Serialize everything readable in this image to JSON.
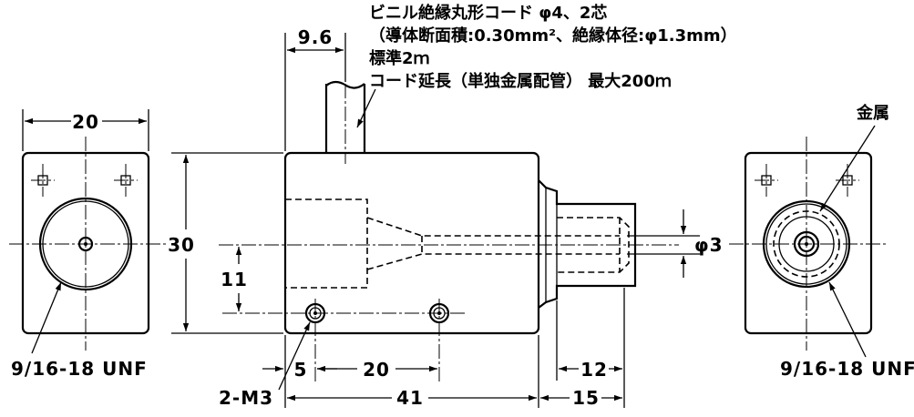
{
  "notes": {
    "line1": "ビニル絶縁丸形コード φ4、2芯",
    "line2": "（導体断面積:0.30mm²、絶縁体径:φ1.3mm）",
    "line3": "標準2ｍ",
    "line4": "コード延長（単独金属配管） 最大200ｍ"
  },
  "left_view": {
    "width_dim": "20",
    "thread_label": "9/16-18 UNF"
  },
  "front_view": {
    "cable_offset_dim": "9.6",
    "height_dim": "30",
    "axis_height_dim": "11",
    "hole_offset_dim": "5",
    "hole_pitch_dim": "20",
    "screw_label": "2-M3",
    "body_length_dim": "41",
    "nose_length_dim": "15",
    "thread_length_dim": "12",
    "bore_dim": "φ3"
  },
  "right_view": {
    "material_label": "金属",
    "thread_label": "9/16-18 UNF"
  }
}
